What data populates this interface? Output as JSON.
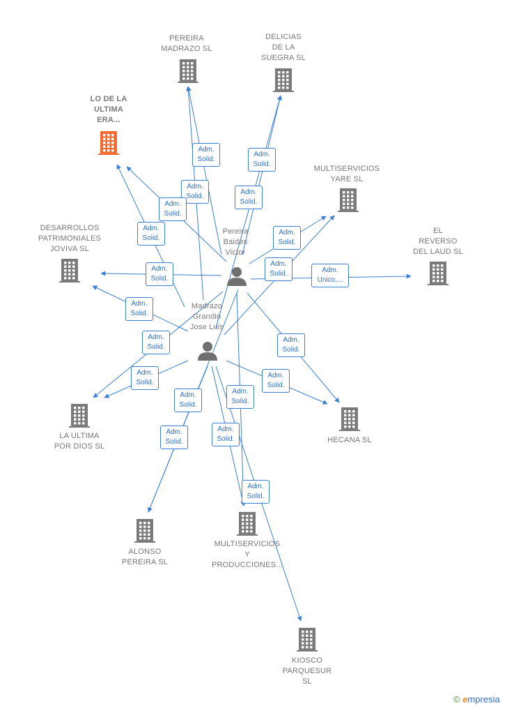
{
  "colors": {
    "line": "#3a7fd5",
    "company": "#7a7a7a",
    "company_highlight": "#f26a2e",
    "person": "#6f6f6f"
  },
  "persons": [
    {
      "id": "p1",
      "name": "Pereira\nBaides\nVictor",
      "icon": "person-icon"
    },
    {
      "id": "p2",
      "name": "Madrazo\nGrandio\nJose Luis",
      "icon": "person-icon"
    }
  ],
  "companies": [
    {
      "id": "c_pereira_madrazo",
      "name": "PEREIRA\nMADRAZO  SL",
      "icon": "building-icon",
      "highlight": false
    },
    {
      "id": "c_delicias",
      "name": "DELICIAS\nDE LA\nSUEGRA  SL",
      "icon": "building-icon",
      "highlight": false
    },
    {
      "id": "c_lo_de_la_ultima",
      "name": "LO DE LA\nULTIMA\nERA...",
      "icon": "building-icon",
      "highlight": true
    },
    {
      "id": "c_multi_yare",
      "name": "MULTISERVICIOS\nYARE SL",
      "icon": "building-icon",
      "highlight": false
    },
    {
      "id": "c_desarrollos",
      "name": "DESARROLLOS\nPATRIMONIALES\nJOVIVA  SL",
      "icon": "building-icon",
      "highlight": false
    },
    {
      "id": "c_el_reverso",
      "name": "EL\nREVERSO\nDEL LAUD  SL",
      "icon": "building-icon",
      "highlight": false
    },
    {
      "id": "c_la_ultima",
      "name": "LA ULTIMA\nPOR DIOS  SL",
      "icon": "building-icon",
      "highlight": false
    },
    {
      "id": "c_hecana",
      "name": "HECANA SL",
      "icon": "building-icon",
      "highlight": false
    },
    {
      "id": "c_alonso",
      "name": "ALONSO\nPEREIRA  SL",
      "icon": "building-icon",
      "highlight": false
    },
    {
      "id": "c_multi_prod",
      "name": "MULTISERVICIOS\nY\nPRODUCCIONES...",
      "icon": "building-icon",
      "highlight": false
    },
    {
      "id": "c_kiosco",
      "name": "KIOSCO\nPARQUESUR\nSL",
      "icon": "building-icon",
      "highlight": false
    }
  ],
  "edges": [
    {
      "id": "e1",
      "from": "p1",
      "to": "c_pereira_madrazo",
      "label": "Adm.\nSolid."
    },
    {
      "id": "e2",
      "from": "p2",
      "to": "c_pereira_madrazo",
      "label": "Adm.\nSolid."
    },
    {
      "id": "e3",
      "from": "p1",
      "to": "c_delicias",
      "label": "Adm.\nSolid."
    },
    {
      "id": "e4",
      "from": "p2",
      "to": "c_delicias",
      "label": "Adm.\nSolid."
    },
    {
      "id": "e5",
      "from": "p1",
      "to": "c_lo_de_la_ultima",
      "label": "Adm.\nSolid."
    },
    {
      "id": "e6",
      "from": "p2",
      "to": "c_lo_de_la_ultima",
      "label": "Adm.\nSolid."
    },
    {
      "id": "e7",
      "from": "p1",
      "to": "c_multi_yare",
      "label": "Adm.\nSolid."
    },
    {
      "id": "e8",
      "from": "p2",
      "to": "c_multi_yare",
      "label": "Adm.\nSolid."
    },
    {
      "id": "e9",
      "from": "p1",
      "to": "c_desarrollos",
      "label": "Adm.\nSolid."
    },
    {
      "id": "e10",
      "from": "p1",
      "to": "c_el_reverso",
      "label": "Adm.\nUnico,..."
    },
    {
      "id": "e11",
      "from": "p2",
      "to": "c_desarrollos",
      "label": "Adm.\nSolid."
    },
    {
      "id": "e12",
      "from": "p1",
      "to": "c_la_ultima",
      "label": "Adm.\nSolid."
    },
    {
      "id": "e13",
      "from": "p2",
      "to": "c_la_ultima",
      "label": "Adm.\nSolid."
    },
    {
      "id": "e14",
      "from": "p1",
      "to": "c_hecana",
      "label": "Adm.\nSolid."
    },
    {
      "id": "e15",
      "from": "p2",
      "to": "c_hecana",
      "label": "Adm.\nSolid."
    },
    {
      "id": "e16",
      "from": "p1",
      "to": "c_alonso",
      "label": "Adm.\nSolid."
    },
    {
      "id": "e17",
      "from": "p2",
      "to": "c_alonso",
      "label": "Adm.\nSolid."
    },
    {
      "id": "e18",
      "from": "p1",
      "to": "c_multi_prod",
      "label": "Adm.\nSolid."
    },
    {
      "id": "e19",
      "from": "p2",
      "to": "c_multi_prod",
      "label": "Adm.\nSolid."
    },
    {
      "id": "e20",
      "from": "p2",
      "to": "c_kiosco",
      "label": "Adm.\nSolid."
    }
  ],
  "footer": {
    "copyright": "©",
    "brand_initial": "e",
    "brand_rest": "mpresia"
  }
}
